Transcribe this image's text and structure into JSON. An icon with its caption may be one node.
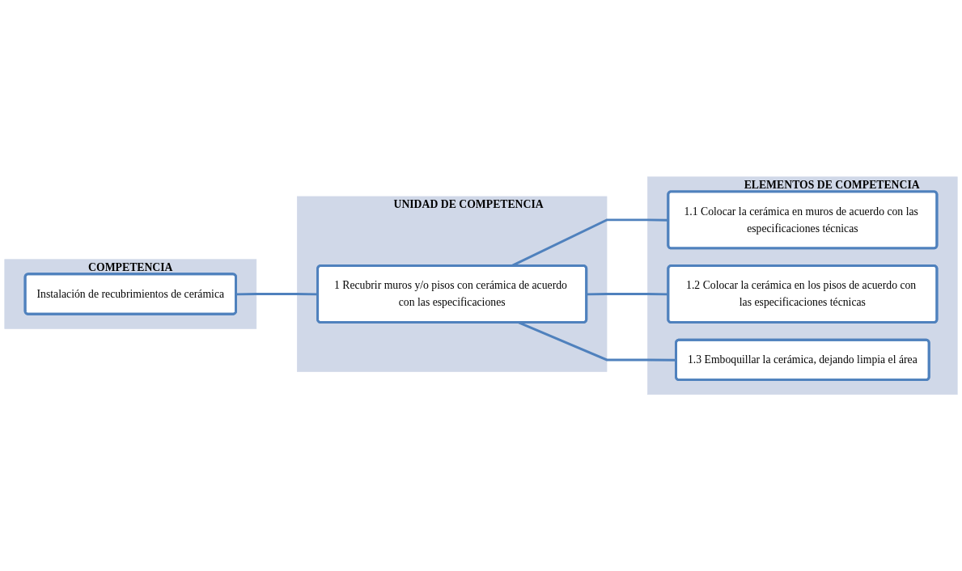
{
  "diagram": {
    "nodes": [
      {
        "text": [
          "COMPETENCIA"
        ]
      },
      {
        "text": [
          "Instalación de recubrimientos de cerámica"
        ],
        "in": 0
      },
      {
        "text": [
          "UNIDAD DE COMPETENCIA"
        ]
      },
      {
        "text": [
          "1 Recubrir muros y/o pisos con cerámica de acuerdo con las especificaciones"
        ],
        "in": 2
      },
      {
        "text": [
          "ELEMENTOS DE COMPETENCIA"
        ]
      },
      {
        "text": [
          "1.1 Colocar la cerámica en muros de acuerdo con las especificaciones técnicas"
        ],
        "in": 4
      },
      {
        "text": [
          "1.2 Colocar la cerámica en los pisos de acuerdo con las especificaciones técnicas"
        ],
        "in": 4
      },
      {
        "text": [
          "1.3 Emboquillar la cerámica, dejando limpia el área"
        ],
        "in": 4
      }
    ],
    "edges": [
      {
        "from": 1,
        "to": 3,
        "arrow": "none"
      },
      {
        "from": 3,
        "to": 5,
        "arrow": "none"
      },
      {
        "from": 3,
        "to": 6,
        "arrow": "none"
      },
      {
        "from": 3,
        "to": 7,
        "arrow": "none"
      }
    ]
  }
}
